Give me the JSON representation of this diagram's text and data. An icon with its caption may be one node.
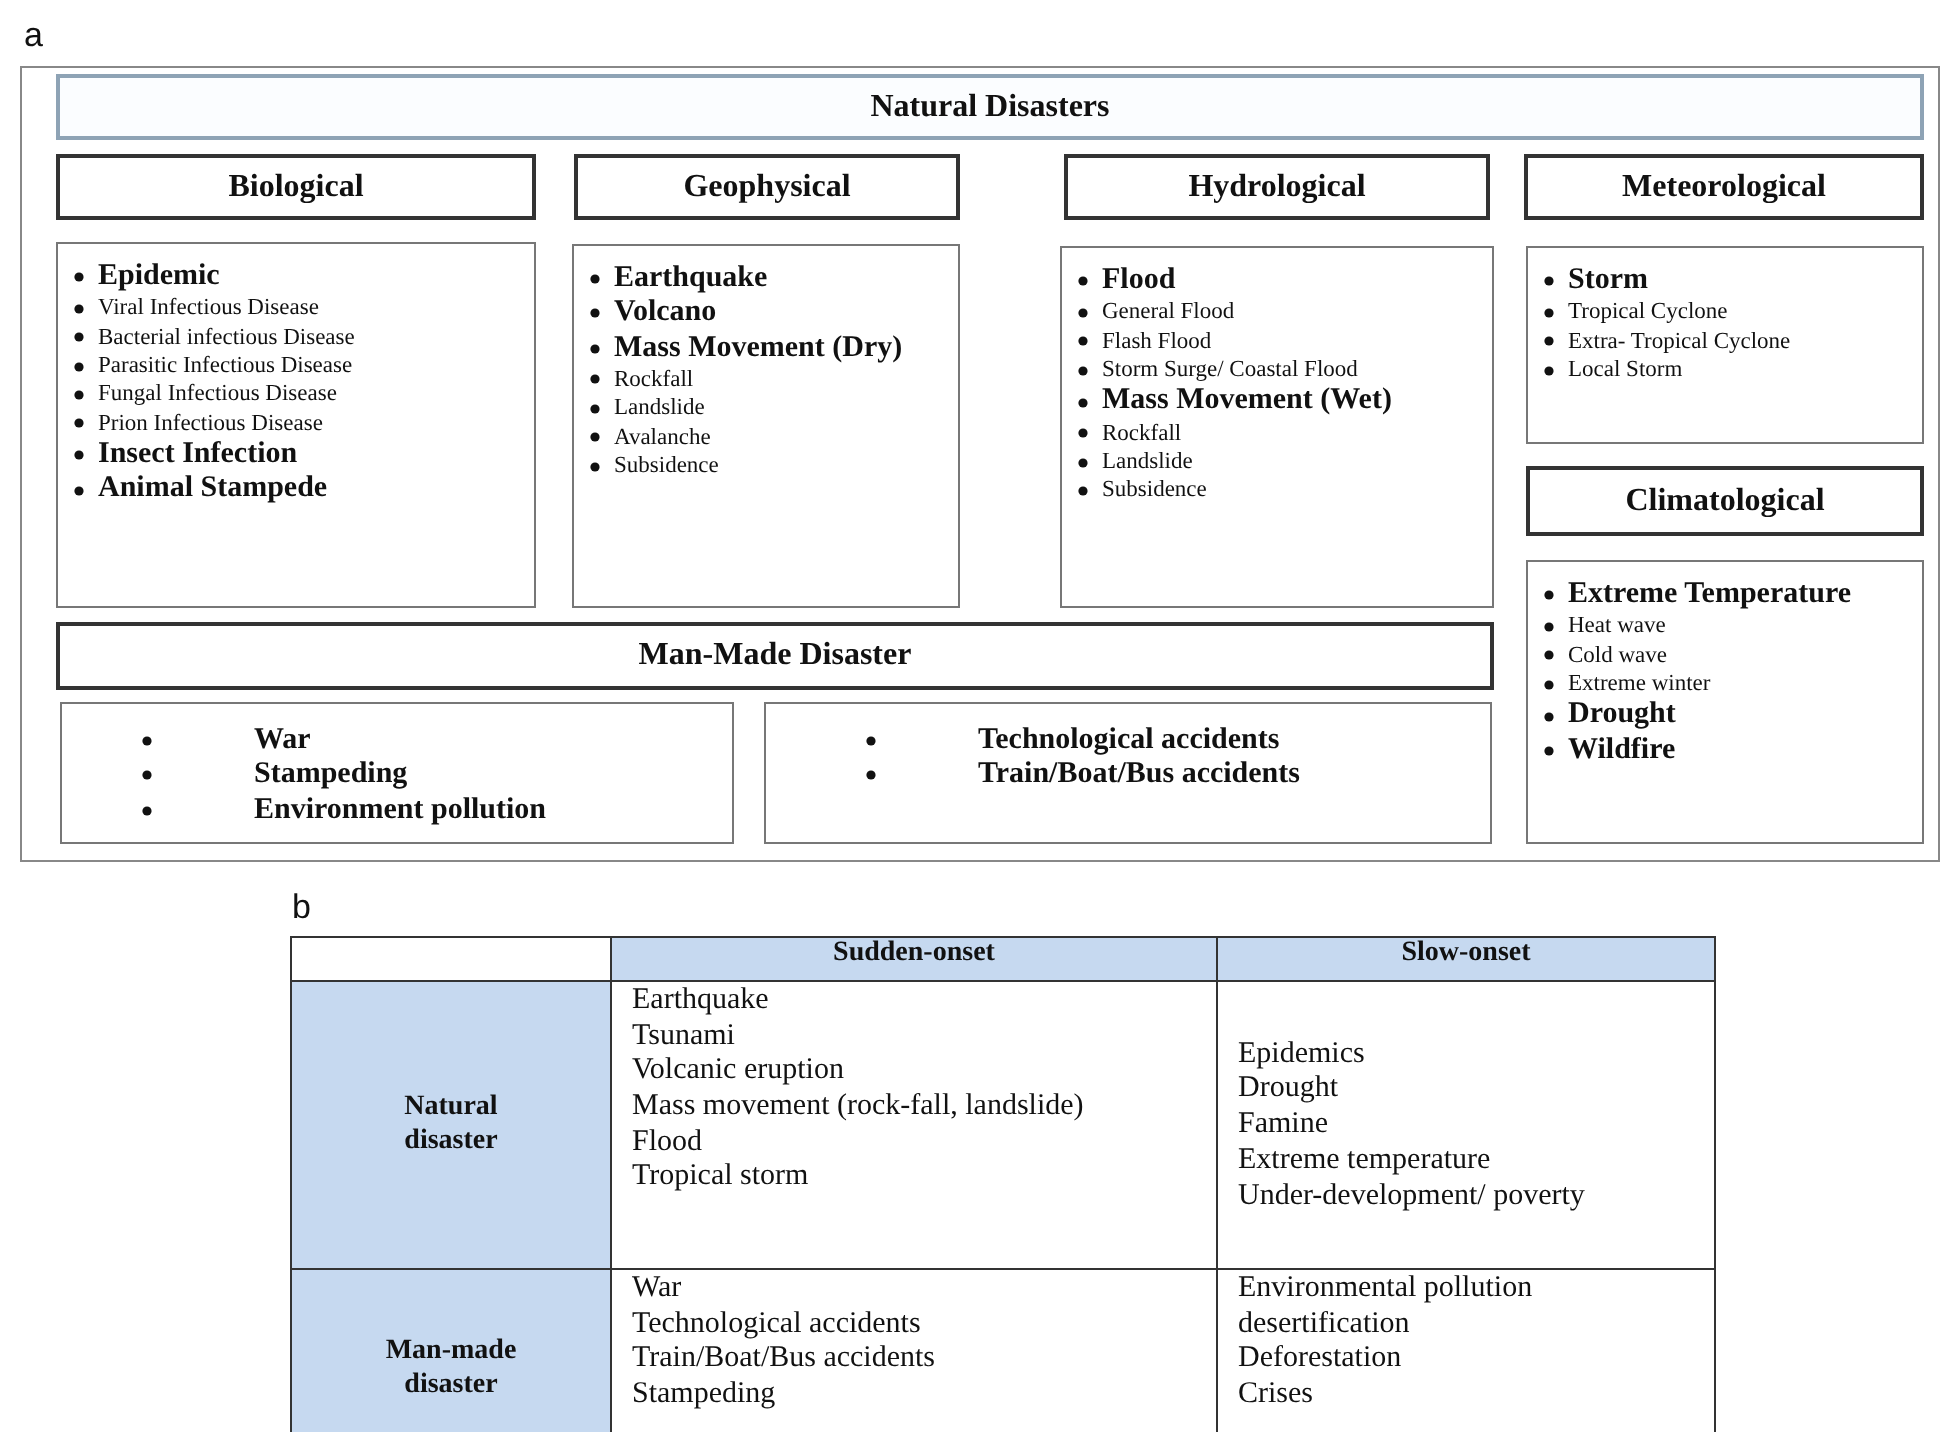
{
  "diagram": {
    "nodes": [
      {
        "text": [],
        "shape": "box"
      },
      {
        "text": [
          "Natural Disasters"
        ],
        "in": 0
      },
      {
        "text": [
          "Biological"
        ],
        "in": 0
      },
      {
        "text": [
          "Geophysical"
        ],
        "in": 0
      },
      {
        "text": [
          "Hydrological"
        ],
        "in": 0
      },
      {
        "text": [
          "Meteorological"
        ],
        "in": 0
      },
      {
        "text": [
          "**Epidemic**",
          "Viral Infectious Disease",
          "Bacterial infectious Disease",
          "Parasitic Infectious Disease",
          "Fungal Infectious Disease",
          "Prion Infectious Disease",
          "**Insect Infection**",
          "**Animal Stampede**"
        ],
        "in": 0
      },
      {
        "text": [
          "**Earthquake**",
          "**Volcano**",
          "**Mass Movement (Dry)**",
          "Rockfall",
          "Landslide",
          "Avalanche",
          "Subsidence"
        ],
        "in": 0
      },
      {
        "text": [
          "**Flood**",
          "General Flood",
          "Flash Flood",
          "Storm Surge/ Coastal Flood",
          "**Mass Movement (Wet)**",
          "Rockfall",
          "Landslide",
          "Subsidence"
        ],
        "in": 0
      },
      {
        "text": [
          "**Storm**",
          "Tropical Cyclone",
          "Extra- Tropical Cyclone",
          "Local Storm"
        ],
        "in": 0
      },
      {
        "text": [
          "Climatological"
        ],
        "in": 0
      },
      {
        "text": [
          "**Extreme Temperature**",
          "Heat wave",
          "Cold wave",
          "Extreme winter",
          "**Drought**",
          "**Wildfire**"
        ],
        "in": 0
      },
      {
        "text": [
          "Man-Made Disaster"
        ],
        "in": 0
      },
      {
        "text": [
          "War",
          "Stampeding",
          "Environment pollution"
        ],
        "in": 0
      },
      {
        "text": [
          "Technological accidents",
          "Train/Boat/Bus accidents"
        ],
        "in": 0
      }
    ],
    "labels": [
      "a",
      "b",
      "Sudden-onset",
      "Slow-onset",
      "Natural disaster",
      "Earthquake",
      "Tsunami",
      "Volcanic eruption",
      "Mass movement (rock-fall, landslide)",
      "Flood",
      "Tropical storm",
      "Epidemics",
      "Drought",
      "Famine",
      "Extreme temperature",
      "Under-development/ poverty",
      "Man-made disaster",
      "War",
      "Technological accidents",
      "Train/Boat/Bus accidents",
      "Stampeding",
      "Environmental pollution",
      "desertification",
      "Deforestation",
      "Crises"
    ]
  }
}
